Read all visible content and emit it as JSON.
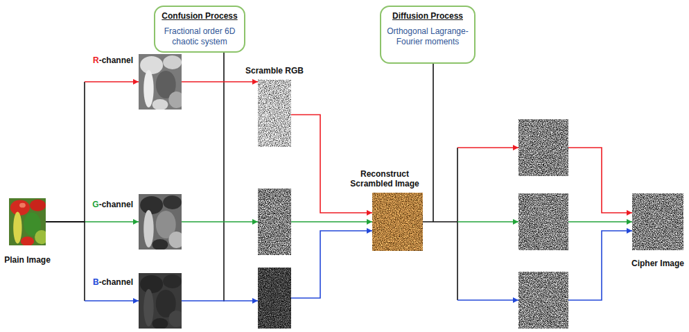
{
  "diagram": {
    "nodes": [
      {
        "text": [
          "Plain Image"
        ]
      },
      {
        "text": [
          "Confusion Process",
          "Fractional order 6D chaotic system"
        ]
      },
      {
        "text": [
          "R-channel"
        ]
      },
      {
        "text": [
          "G-channel"
        ]
      },
      {
        "text": [
          "B-channel"
        ]
      },
      {
        "text": [
          "Scramble RGB"
        ]
      },
      {
        "text": [
          "Reconstruct Scrambled Image"
        ]
      },
      {
        "text": [
          "Diffusion Process",
          "Orthogonal Lagrange-Fourier moments"
        ]
      },
      {
        "text": [
          "Cipher Image"
        ]
      }
    ],
    "edges": [
      {
        "from": 0,
        "to": 2,
        "arrow": "to"
      },
      {
        "from": 0,
        "to": 3,
        "arrow": "to"
      },
      {
        "from": 0,
        "to": 4,
        "arrow": "to"
      },
      {
        "from": 2,
        "to": 5,
        "arrow": "to"
      },
      {
        "from": 5,
        "to": 6,
        "arrow": "to"
      }
    ]
  }
}
